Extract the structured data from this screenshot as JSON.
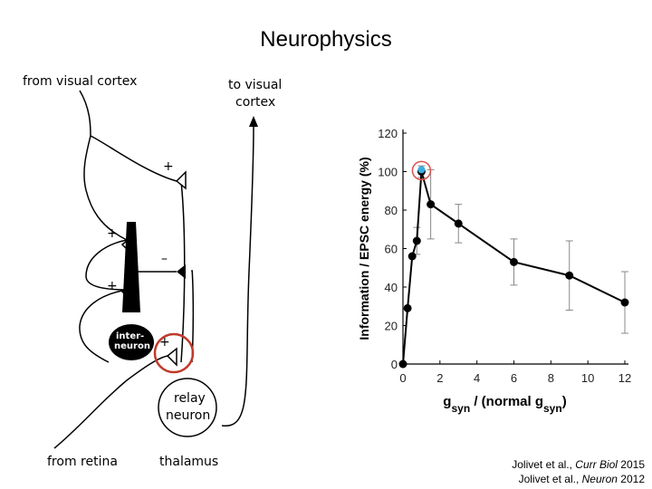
{
  "title": "Neurophysics",
  "circuit": {
    "from_visual_cortex": "from visual cortex",
    "to_visual_cortex_1": "to visual",
    "to_visual_cortex_2": "cortex",
    "plus_1": "+",
    "plus_2": "+",
    "plus_3": "+",
    "plus_4": "+",
    "minus": "–",
    "interneuron_1": "inter-",
    "interneuron_2": "neuron",
    "relay_1": "relay",
    "relay_2": "neuron",
    "from_retina": "from retina",
    "thalamus": "thalamus"
  },
  "citation": {
    "line1_author": "Jolivet et al., ",
    "line1_journal": "Curr Biol",
    "line1_year": " 2015",
    "line2_author": "Jolivet et al., ",
    "line2_journal": "Neuron",
    "line2_year": " 2012"
  },
  "chart_data": {
    "type": "line",
    "ylabel": "Information / EPSC energy (%)",
    "xlabel_main": "g",
    "xlabel_sub": "syn",
    "xlabel_mid": " / (normal g",
    "xlabel_sub2": "syn",
    "xlabel_end": ")",
    "xlim": [
      0,
      12
    ],
    "ylim": [
      0,
      120
    ],
    "xticks": [
      0,
      2,
      4,
      6,
      8,
      10,
      12
    ],
    "yticks": [
      0,
      20,
      40,
      60,
      80,
      100,
      120
    ],
    "series": [
      {
        "points": [
          {
            "x": 0,
            "y": 0,
            "err": 0
          },
          {
            "x": 0.25,
            "y": 29,
            "err": 0
          },
          {
            "x": 0.5,
            "y": 56,
            "err": 0
          },
          {
            "x": 0.75,
            "y": 64,
            "err": 7
          },
          {
            "x": 1,
            "y": 100,
            "err": 3
          },
          {
            "x": 1.5,
            "y": 83,
            "err": 18
          },
          {
            "x": 3,
            "y": 73,
            "err": 10
          },
          {
            "x": 6,
            "y": 53,
            "err": 12
          },
          {
            "x": 9,
            "y": 46,
            "err": 18
          },
          {
            "x": 12,
            "y": 32,
            "err": 16
          }
        ]
      }
    ],
    "highlight": {
      "x": 1,
      "y": 101,
      "color": "#3aaee0",
      "ring_color": "#d9534f"
    }
  }
}
